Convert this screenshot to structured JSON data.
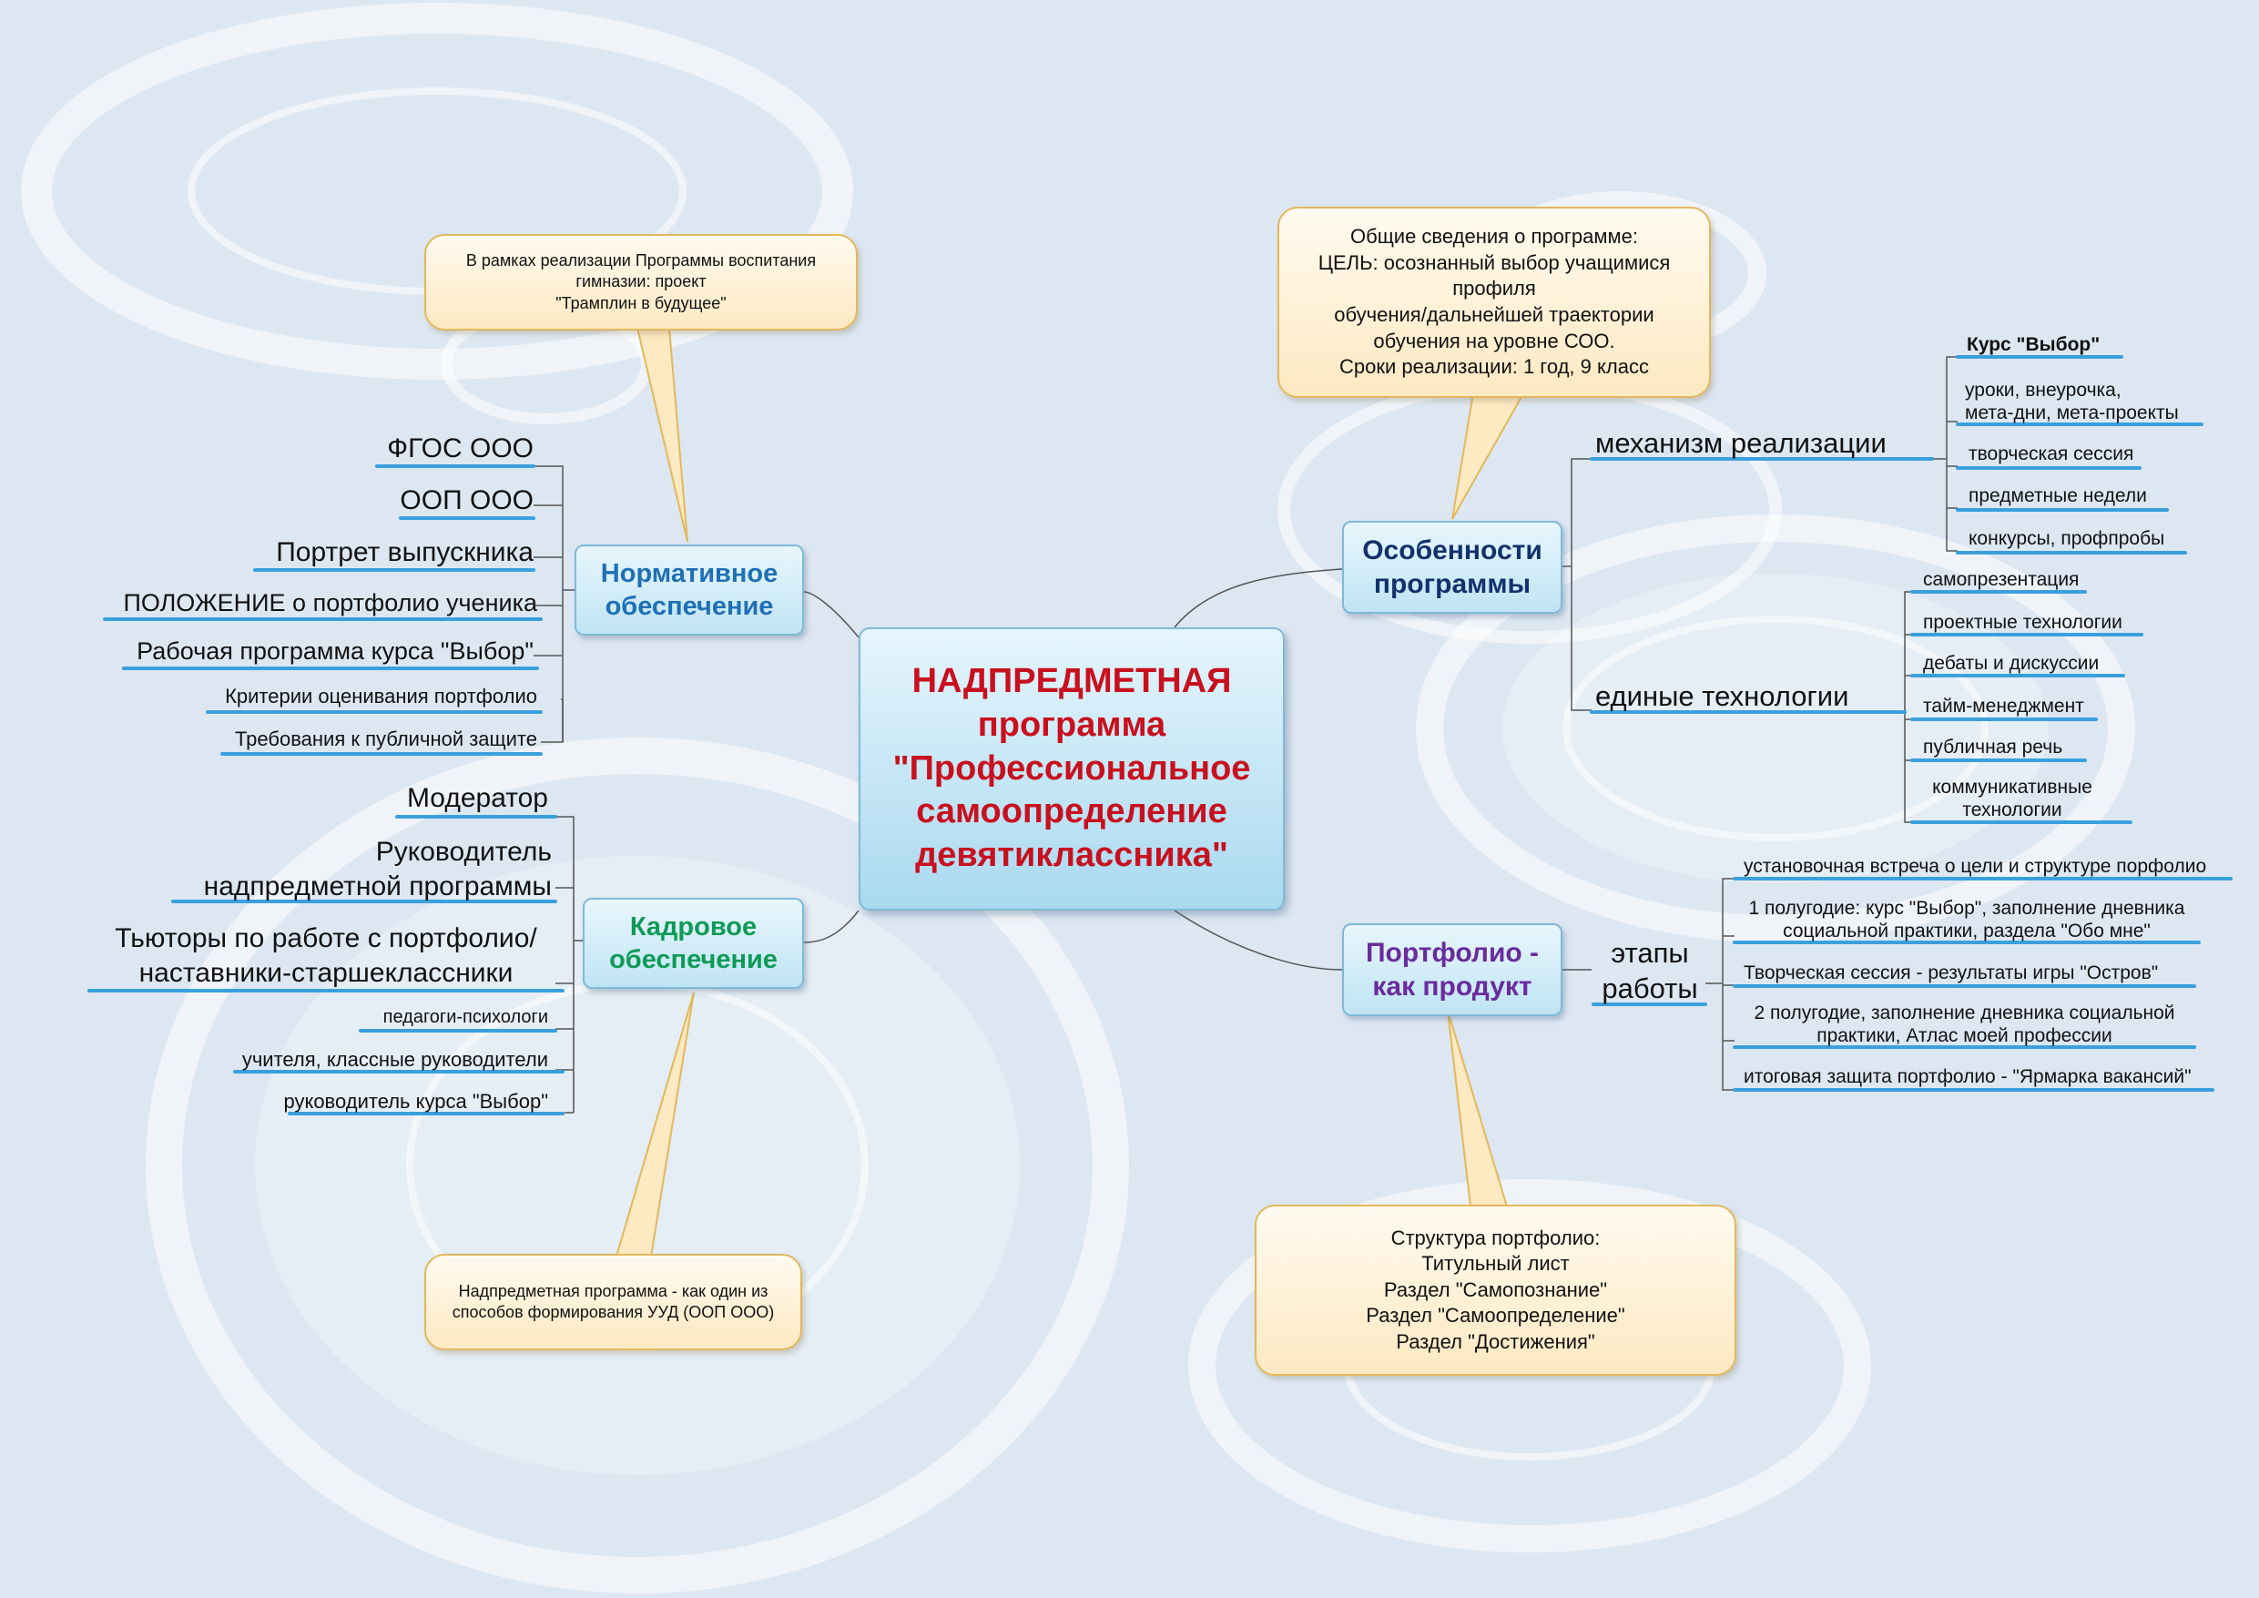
{
  "central": {
    "line1": "НАДПРЕДМЕТНАЯ",
    "line2": "программа",
    "line3": "\"Профессиональное",
    "line4": "самоопределение",
    "line5": "девятиклассника\""
  },
  "topics": {
    "normative": {
      "line1": "Нормативное",
      "line2": "обеспечение",
      "color": "#1f6fb5"
    },
    "staff": {
      "line1": "Кадровое",
      "line2": "обеспечение",
      "color": "#0f9a57"
    },
    "features": {
      "line1": "Особенности",
      "line2": "программы",
      "color": "#13316b"
    },
    "portfolio": {
      "line1": "Портфолио -",
      "line2": "как продукт",
      "color": "#6a2b9c"
    }
  },
  "normative_items": [
    "ФГОС ООО",
    "ООП ООО",
    "Портрет выпускника",
    "ПОЛОЖЕНИЕ о портфолио ученика",
    "Рабочая программа курса \"Выбор\"",
    "Критерии оценивания портфолио",
    "Требования к публичной защите"
  ],
  "staff_items": {
    "moderator": "Модератор",
    "head_line1": "Руководитель",
    "head_line2": "надпредметной программы",
    "tutors_line1": "Тьюторы по работе с портфолио/",
    "tutors_line2": "наставники-старшеклассники",
    "psychologists": "педагоги-психологи",
    "teachers": "учителя, классные руководители",
    "course_head": "руководитель курса \"Выбор\""
  },
  "features": {
    "mechanism_label": "механизм реализации",
    "mechanism_items": {
      "course": "Курс \"Выбор\"",
      "lessons_line1": "уроки, внеурочка,",
      "lessons_line2": "мета-дни, мета-проекты",
      "session": "творческая сессия",
      "weeks": "предметные недели",
      "contests": "конкурсы, профпробы"
    },
    "tech_label": "единые технологии",
    "tech_items": {
      "selfpres": "самопрезентация",
      "project": "проектные технологии",
      "debates": "дебаты и дискуссии",
      "time": "тайм-менеджмент",
      "speech": "публичная речь",
      "comm_line1": "коммуникативные",
      "comm_line2": "технологии"
    }
  },
  "portfolio": {
    "stages_line1": "этапы",
    "stages_line2": "работы",
    "stage_items": {
      "s1": "установочная встреча о цели и структуре порфолио",
      "s2_line1": "1 полугодие: курс \"Выбор\", заполнение дневника",
      "s2_line2": "социальной практики, раздела \"Обо мне\"",
      "s3": "Творческая сессия - результаты игры \"Остров\"",
      "s4_line1": "2 полугодие, заполнение дневника социальной",
      "s4_line2": "практики, Атлас моей профессии",
      "s5": "итоговая защита портфолио - \"Ярмарка вакансий\""
    }
  },
  "callouts": {
    "program": "В рамках реализации Программы воспитания\nгимназии: проект\n\"Трамплин в будущее\"",
    "uud": "Надпредметная программа - как один из\nспособов формирования УУД (ООП ООО)",
    "general": "Общие сведения о программе:\nЦЕЛЬ: осознанный выбор учащимися\nпрофиля\nобучения/дальнейшей траектории\nобучения на уровне СОО.\nСроки реализации: 1 год, 9 класс",
    "structure": "Структура портфолио:\nТитульный лист\nРаздел \"Самопознание\"\nРаздел \"Самоопределение\"\nРаздел \"Достижения\""
  },
  "colors": {
    "background": "#dde7f2",
    "central_text": "#c8101e",
    "underline": "#3aa0dd",
    "callout_border": "#e2b85c",
    "callout_fill": "#fde9c2"
  }
}
